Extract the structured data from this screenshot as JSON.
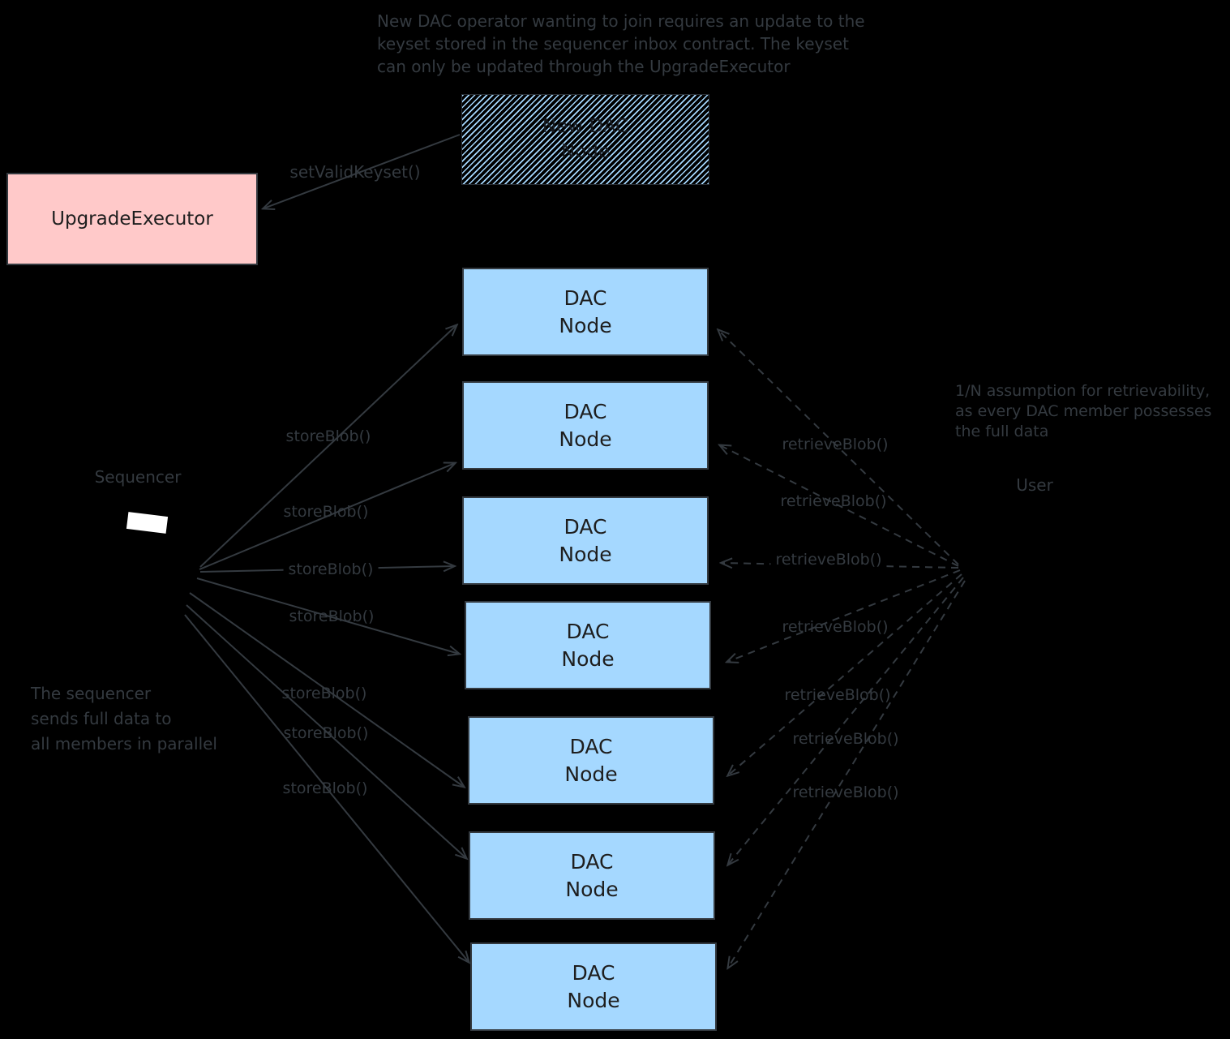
{
  "notes": {
    "top": "New DAC operator wanting to join requires an update to the\nkeyset stored in the sequencer inbox contract. The keyset\ncan only be updated through the UpgradeExecutor",
    "left": "The sequencer\nsends full data to\nall members in parallel",
    "right": "1/N assumption for retrievability,\nas every DAC member possesses\nthe full data"
  },
  "actors": {
    "sequencer_label": "Sequencer",
    "user_label": "User"
  },
  "boxes": {
    "upgrade_executor": {
      "label": "UpgradeExecutor",
      "fill": "#ffc9c9"
    },
    "new_dac_node": {
      "label": "New DAC\nNode",
      "fill": "#a5d8ff",
      "fill_style": "hachure"
    },
    "dac_nodes": [
      {
        "label": "DAC\nNode"
      },
      {
        "label": "DAC\nNode"
      },
      {
        "label": "DAC\nNode"
      },
      {
        "label": "DAC\nNode"
      },
      {
        "label": "DAC\nNode"
      },
      {
        "label": "DAC\nNode"
      },
      {
        "label": "DAC\nNode"
      }
    ]
  },
  "edges": {
    "set_valid_keyset": {
      "label": "setValidKeyset()",
      "style": "solid"
    },
    "store_blob": [
      {
        "label": "storeBlob()"
      },
      {
        "label": "storeBlob()"
      },
      {
        "label": "storeBlob()"
      },
      {
        "label": "storeBlob()"
      },
      {
        "label": "storeBlob()"
      },
      {
        "label": "storeBlob()"
      },
      {
        "label": "storeBlob()"
      }
    ],
    "retrieve_blob": [
      {
        "label": "retrieveBlob()"
      },
      {
        "label": "retrieveBlob()"
      },
      {
        "label": "retrieveBlob()"
      },
      {
        "label": "retrieveBlob()"
      },
      {
        "label": "retrieveBlob()"
      },
      {
        "label": "retrieveBlob()"
      },
      {
        "label": "retrieveBlob()"
      }
    ]
  },
  "colors": {
    "background": "#000000",
    "stroke": "#343a40",
    "node_fill": "#a5d8ff",
    "upgrade_executor_fill": "#ffc9c9",
    "box_text": "#1e1e1e",
    "sequencer_marker": "#ffffff"
  }
}
